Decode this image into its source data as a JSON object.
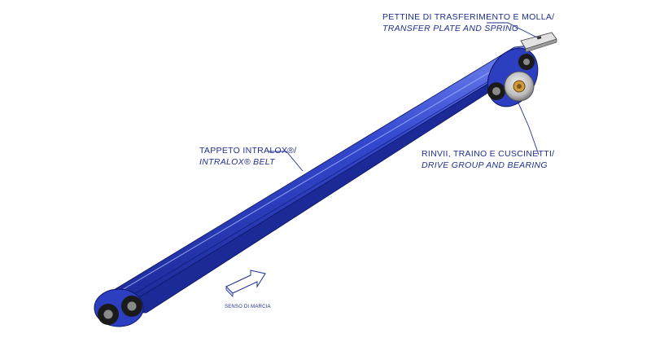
{
  "labels": {
    "transfer": {
      "line1": "PETTINE DI TRASFERIMENTO E MOLLA/",
      "line2": "TRANSFER PLATE AND SPRING"
    },
    "belt": {
      "line1": "TAPPETO INTRALOX®/",
      "line2": "INTRALOX® BELT"
    },
    "drive": {
      "line1": "RINVII, TRAINO E CUSCINETTI/",
      "line2": "DRIVE GROUP AND BEARING"
    },
    "direction": "SENSO DI MARCIA"
  },
  "colors": {
    "belt_dark": "#1b2a96",
    "belt_mid": "#3448d0",
    "belt_light": "#6f82ef",
    "leader": "#1f2f8f",
    "roller_dark": "#1a1a1a",
    "hub": "#c9c9c9",
    "plate": "#d9d9d9"
  }
}
